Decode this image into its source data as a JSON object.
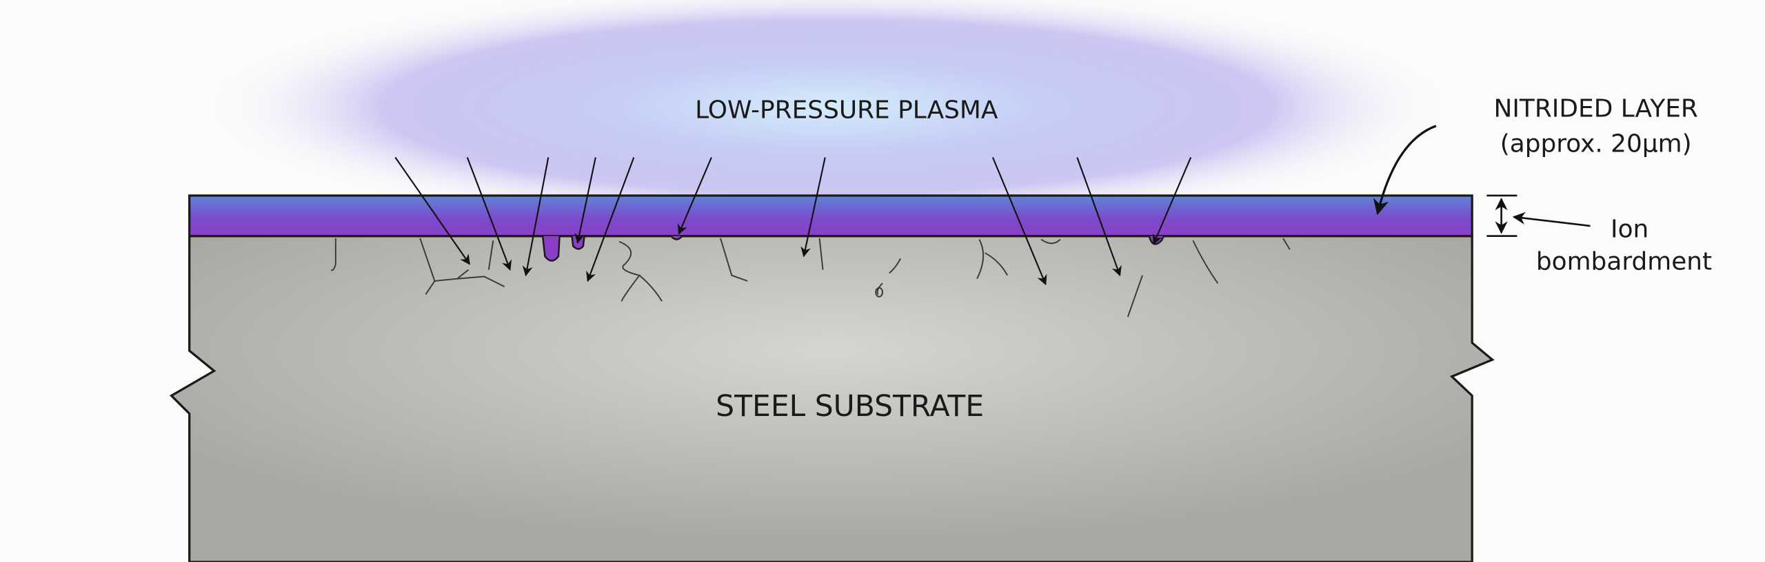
{
  "labels": {
    "plasma": "LOW-PRESSURE PLASMA",
    "substrate": "STEEL SUBSTRATE",
    "nitrided_layer_line1": "NITRIDED LAYER",
    "nitrided_layer_line2": "(approx. 20µm)",
    "ion_line1": "Ion",
    "ion_line2": "bombardment"
  },
  "colors": {
    "plasma_core": "#cfe6fb",
    "plasma_outer": "#b8b0ee",
    "layer_top": "#5f80d4",
    "layer_bottom": "#8a3fc8",
    "substrate": "#b9b7b2",
    "outline": "#1a1a1a"
  }
}
